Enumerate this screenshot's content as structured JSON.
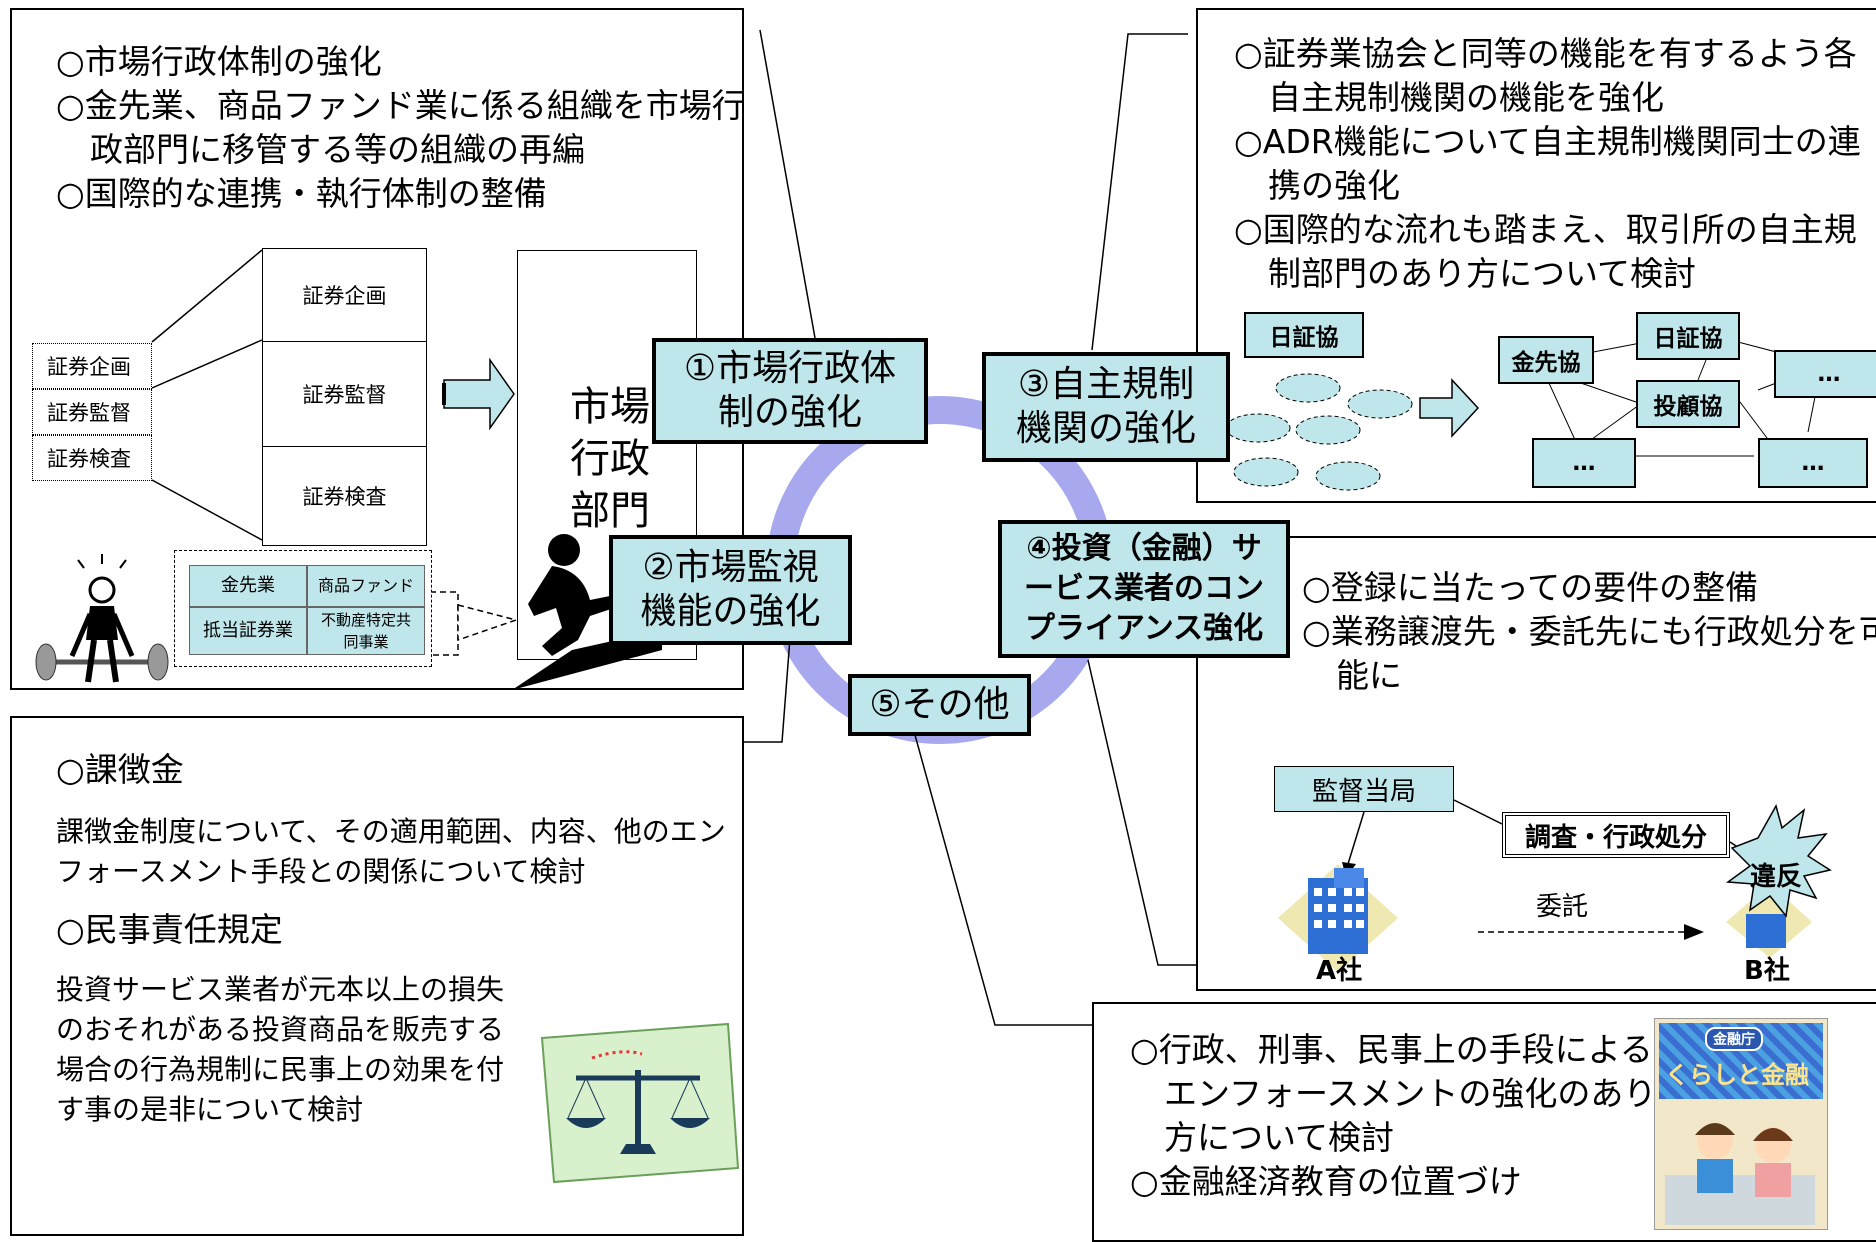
{
  "center": {
    "key1": "①市場行政体制の強化",
    "key2": "②市場監視機能の強化",
    "key3": "③自主規制機関の強化",
    "key4": "④投資（金融）サービス業者のコンプライアンス強化",
    "key5": "⑤その他"
  },
  "panel_top_left": {
    "lines": [
      "○市場行政体制の強化",
      "○金先業、商品ファンド業に係る組織を市場行政部門に移管する等の組織の再編",
      "○国際的な連携・執行体制の整備"
    ],
    "left_items": [
      "証券企画",
      "証券監督",
      "証券検査"
    ],
    "right_items": [
      "証券企画",
      "証券監督",
      "証券検査"
    ],
    "big_label": "市場行政部門",
    "grid": [
      "金先業",
      "商品ファンド",
      "抵当証券業",
      "不動産特定共同事業"
    ]
  },
  "panel_top_right": {
    "lines": [
      "○証券業協会と同等の機能を有するよう各自主規制機関の機能を強化",
      "○ADR機能について自主規制機関同士の連携の強化",
      "○国際的な流れも踏まえ、取引所の自主規制部門のあり方について検討"
    ],
    "left_label": "日証協",
    "nodes": [
      "金先協",
      "日証協",
      "投顧協",
      "…",
      "…",
      "…"
    ]
  },
  "panel_mid_right": {
    "lines": [
      "○登録に当たっての要件の整備",
      "○業務譲渡先・委託先にも行政処分を可能に"
    ],
    "authority": "監督当局",
    "action": "調査・行政処分",
    "company_a": "A社",
    "company_b": "B社",
    "entrust": "委託",
    "violation": "違反"
  },
  "panel_bottom_left": {
    "heading1": "○課徴金",
    "body1": "課徴金制度について、その適用範囲、内容、他のエンフォースメント手段との関係について検討",
    "heading2": "○民事責任規定",
    "body2": "投資サービス業者が元本以上の損失のおそれがある投資商品を販売する場合の行為規制に民事上の効果を付す事の是非について検討"
  },
  "panel_bottom_right": {
    "lines": [
      "○行政、刑事、民事上の手段によるエンフォースメントの強化のあり方について検討",
      "○金融経済教育の位置づけ"
    ],
    "brochure_badge": "金融庁",
    "brochure_title": "くらしと金融"
  },
  "colors": {
    "accent": "#bfe6ea",
    "ring": "#a8a8ee",
    "ellipse": "#bfe6ea",
    "building": "#2e6fd6"
  }
}
